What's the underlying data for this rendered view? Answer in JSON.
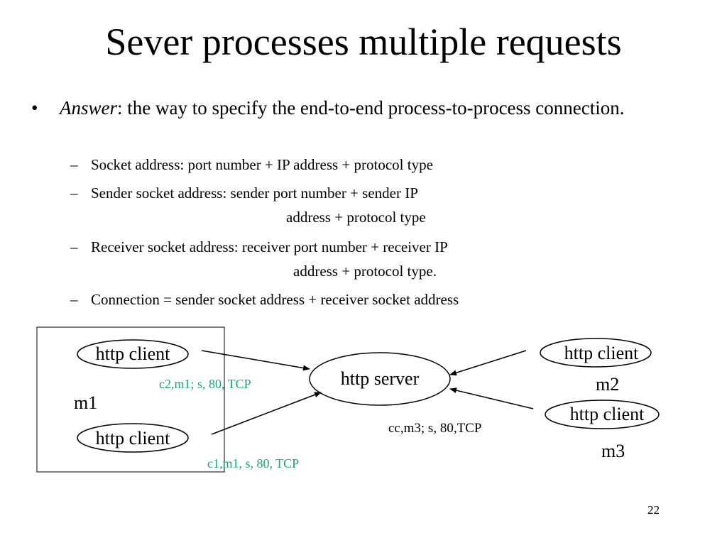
{
  "title": "Sever processes multiple requests",
  "bullet": {
    "marker": "•",
    "label": "Answer",
    "label_suffix": ":  the way to specify the end-to-end process-to-process connection."
  },
  "subbullets": [
    {
      "dash": "–",
      "text": "Socket address: port number + IP address + protocol type",
      "cont": ""
    },
    {
      "dash": "–",
      "text": "Sender socket address: sender port number + sender IP",
      "cont": "address +  protocol type"
    },
    {
      "dash": "–",
      "text": "Receiver socket address: receiver port number + receiver IP",
      "cont": "address +  protocol type."
    },
    {
      "dash": "–",
      "text": "Connection = sender socket address + receiver socket address",
      "cont": ""
    }
  ],
  "diagram": {
    "client_label": "http client",
    "server_label": "http server",
    "machines": [
      "m1",
      "m2",
      "m3"
    ],
    "connection_labels": {
      "upper_left": "c2,m1;  s, 80, TCP",
      "lower_left": "c1,m1, s, 80, TCP",
      "right": "cc,m3;  s, 80,TCP"
    },
    "colors": {
      "connection_label": "#1aa37a",
      "stroke": "#000000"
    }
  },
  "page_number": "22"
}
